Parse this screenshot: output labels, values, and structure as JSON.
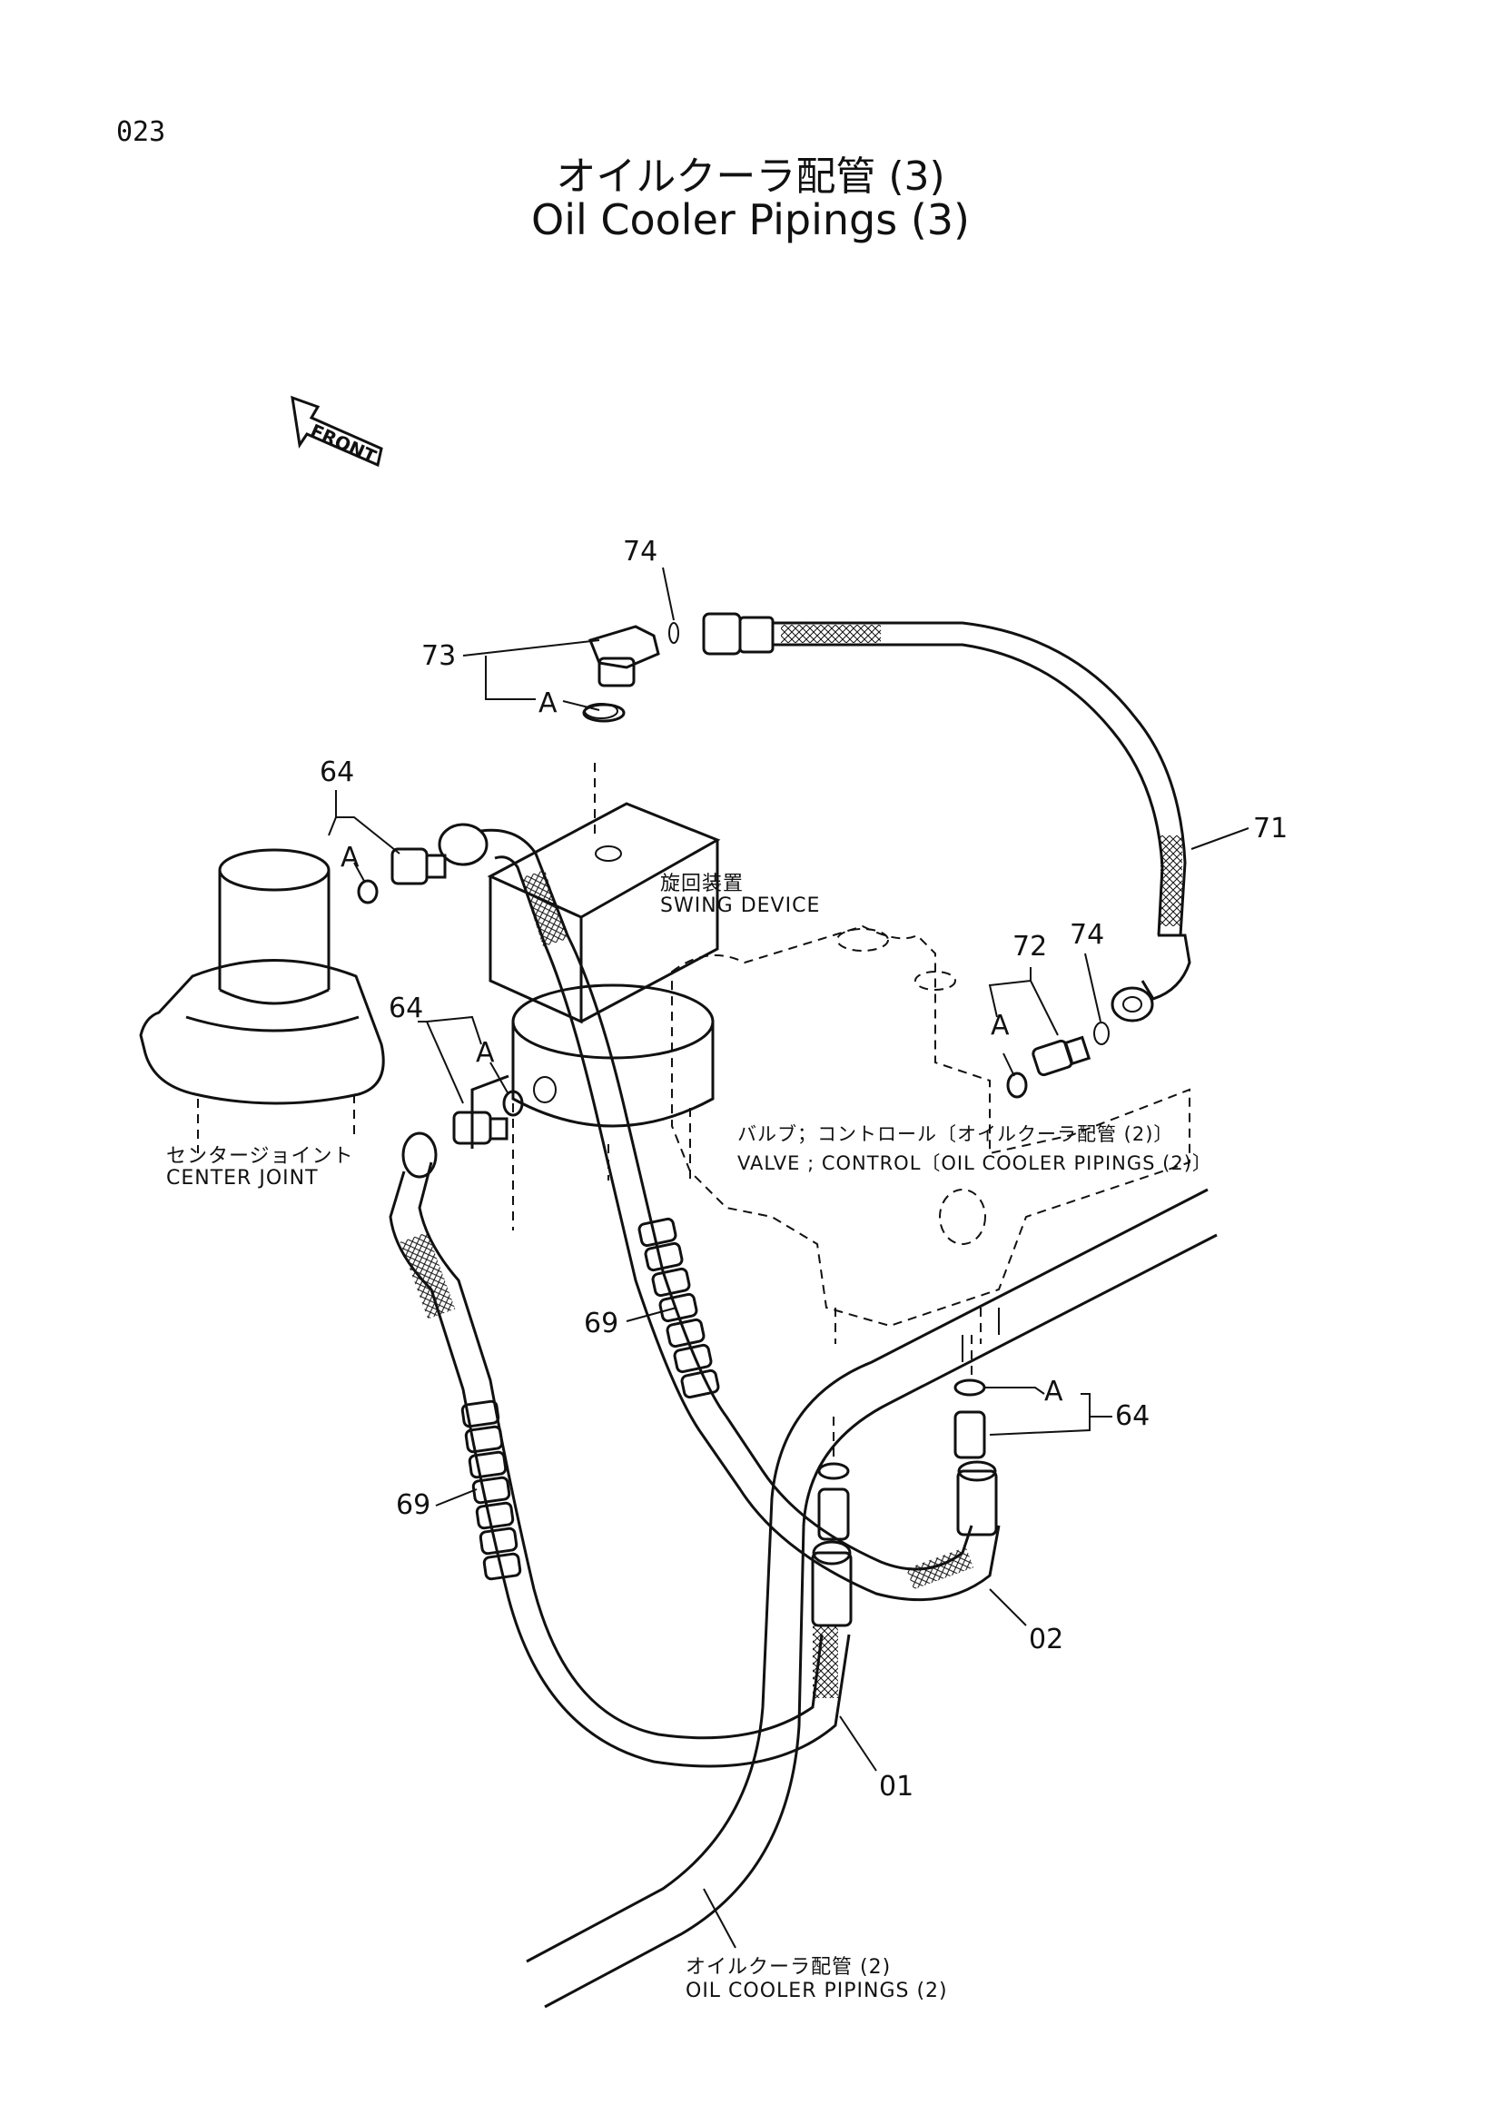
{
  "page_number": "023",
  "title_jp": "オイルクーラ配管 (3)",
  "title_en": "Oil Cooler Pipings (3)",
  "front_label": "FRONT",
  "callouts": {
    "c74_top": "74",
    "c73": "73",
    "a_73": "A",
    "c71": "71",
    "c64_upper": "64",
    "a_64_upper": "A",
    "c72": "72",
    "c74_right": "74",
    "a_72": "A",
    "c64_mid": "64",
    "a_64_mid": "A",
    "c69_mid": "69",
    "a_64_lower": "A",
    "c64_lower": "64",
    "c69_left": "69",
    "c02": "02",
    "c01": "01"
  },
  "notes": {
    "swing_device_jp": "旋回装置",
    "swing_device_en": "SWING  DEVICE",
    "center_joint_jp": "センタージョイント",
    "center_joint_en": "CENTER  JOINT",
    "valve_jp": "バルブ；コントロール〔オイルクーラ配管 (2)〕",
    "valve_en": "VALVE ; CONTROL〔OIL  COOLER  PIPINGS (2)〕",
    "oil_cooler_jp": "オイルクーラ配管 (2)",
    "oil_cooler_en": "OIL  COOLER  PIPINGS (2)"
  }
}
